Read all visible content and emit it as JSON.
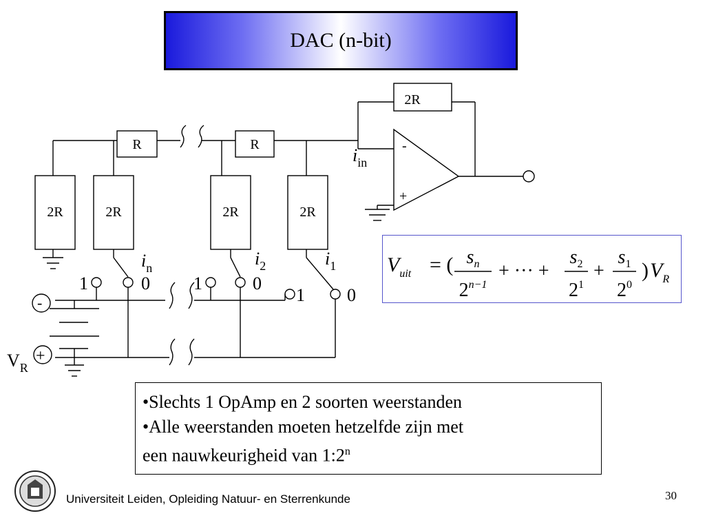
{
  "title": "DAC (n-bit)",
  "circuit": {
    "feedback_resistor": "2R",
    "ladder_series": [
      "R",
      "R"
    ],
    "ladder_shunt": [
      "2R",
      "2R",
      "2R",
      "2R"
    ],
    "opamp_minus": "-",
    "opamp_plus": "+",
    "current_in": {
      "main": "i",
      "sub": "in"
    },
    "currents": [
      {
        "main": "i",
        "sub": "n"
      },
      {
        "main": "i",
        "sub": "2"
      },
      {
        "main": "i",
        "sub": "1"
      }
    ],
    "switch_labels": {
      "one": "1",
      "zero": "0"
    },
    "source_minus": "-",
    "source_plus": "+",
    "source_label": {
      "main": "V",
      "sub": "R"
    }
  },
  "formula": {
    "lhs_main": "V",
    "lhs_sub": "uit",
    "eq": "= (",
    "t1_num_main": "s",
    "t1_num_sub": "n",
    "t1_den_main": "2",
    "t1_den_sup": "n−1",
    "mid": "+ ··· +",
    "t2_num_main": "s",
    "t2_num_sub": "2",
    "t2_den_main": "2",
    "t2_den_sup": "1",
    "plus": "+",
    "t3_num_main": "s",
    "t3_num_sub": "1",
    "t3_den_main": "2",
    "t3_den_sup": "0",
    "close": ")",
    "rhs_main": "V",
    "rhs_sub": "R"
  },
  "bullets": {
    "line1": "•Slechts 1 OpAmp en 2 soorten weerstanden",
    "line2": "•Alle weerstanden moeten hetzelfde zijn met",
    "line3": "een nauwkeurigheid van 1:2",
    "line3_sup": "n"
  },
  "footer": {
    "institution": "Universiteit Leiden, Opleiding Natuur- en Sterrenkunde",
    "page": "30"
  }
}
